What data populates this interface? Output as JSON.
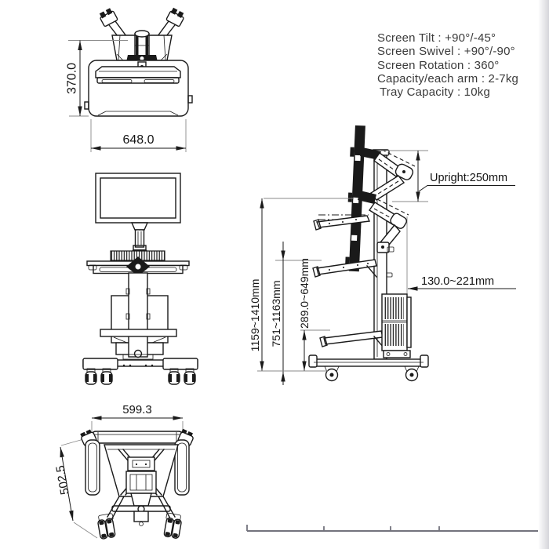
{
  "specs": {
    "lines": [
      "Screen Tilt : +90°/-45°",
      "Screen Swivel : +90°/-90°",
      "Screen Rotation : 360°",
      "Capacity/each arm : 2-7kg",
      "Tray Capacity : 10kg"
    ]
  },
  "top_view": {
    "depth": "370.0",
    "width": "648.0"
  },
  "side_view": {
    "upright": "Upright:250mm",
    "arm_reach": "130.0~221mm",
    "overall_height": "1159~1410mm",
    "tray_height": "751~1163mm",
    "shelf_height": "289.0~649mm"
  },
  "bottom_view": {
    "width": "599.3",
    "depth": "502.5"
  },
  "colors": {
    "line": "#1a1a1a",
    "spec_text": "#3b3b3b",
    "ruler": "#73737d",
    "edge_shade": "#d5d5da"
  }
}
